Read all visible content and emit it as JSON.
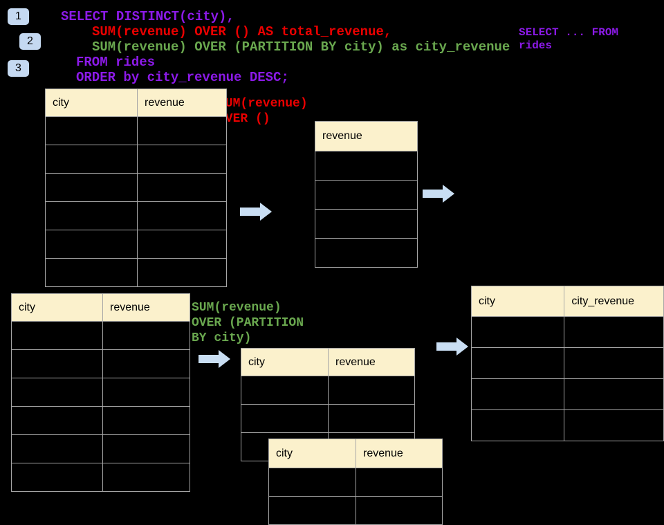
{
  "colors": {
    "purple": "#8C1AE8",
    "red": "#EA0000",
    "green": "#6AA84F",
    "arrow_blue": "#C9DEF3",
    "badge_blue": "#C5D9F1",
    "header_fill": "#FBF1CC",
    "table_border": "#A6A6A6",
    "background": "#000000"
  },
  "badges": [
    {
      "label": "1"
    },
    {
      "label": "2"
    },
    {
      "label": "3"
    }
  ],
  "sql_code": {
    "lines": [
      {
        "text": "SELECT DISTINCT(city),",
        "color": "purple"
      },
      {
        "text": "SUM(revenue) OVER () AS total_revenue,",
        "color": "red"
      },
      {
        "text": "SUM(revenue) OVER (PARTITION BY city) as city_revenue",
        "color": "green"
      },
      {
        "text": "FROM rides",
        "color": "purple"
      },
      {
        "text": "ORDER by city_revenue DESC;",
        "color": "purple"
      }
    ]
  },
  "side_note": {
    "lines": [
      {
        "text": "SELECT ... FROM",
        "color": "purple"
      },
      {
        "text": "rides",
        "color": "purple"
      }
    ]
  },
  "annotation_total": {
    "lines": [
      {
        "text": "SUM(revenue)",
        "color": "red"
      },
      {
        "text": "OVER ()",
        "color": "red"
      }
    ]
  },
  "annotation_partition": {
    "lines": [
      {
        "text": "SUM(revenue)",
        "color": "green"
      },
      {
        "text": "OVER (PARTITION",
        "color": "green"
      },
      {
        "text": "BY city)",
        "color": "green"
      }
    ]
  },
  "tables": {
    "source_top": {
      "headers": [
        "city",
        "revenue"
      ],
      "empty_rows": 6
    },
    "revenue_only": {
      "headers": [
        "revenue"
      ],
      "empty_rows": 4
    },
    "source_bottom": {
      "headers": [
        "city",
        "revenue"
      ],
      "empty_rows": 6
    },
    "partition_mid": {
      "headers": [
        "city",
        "revenue"
      ],
      "empty_rows": 3
    },
    "partition_overlay": {
      "headers": [
        "city",
        "revenue"
      ],
      "empty_rows": 2
    },
    "result_right": {
      "headers": [
        "city",
        "city_revenue"
      ],
      "empty_rows": 4
    }
  }
}
